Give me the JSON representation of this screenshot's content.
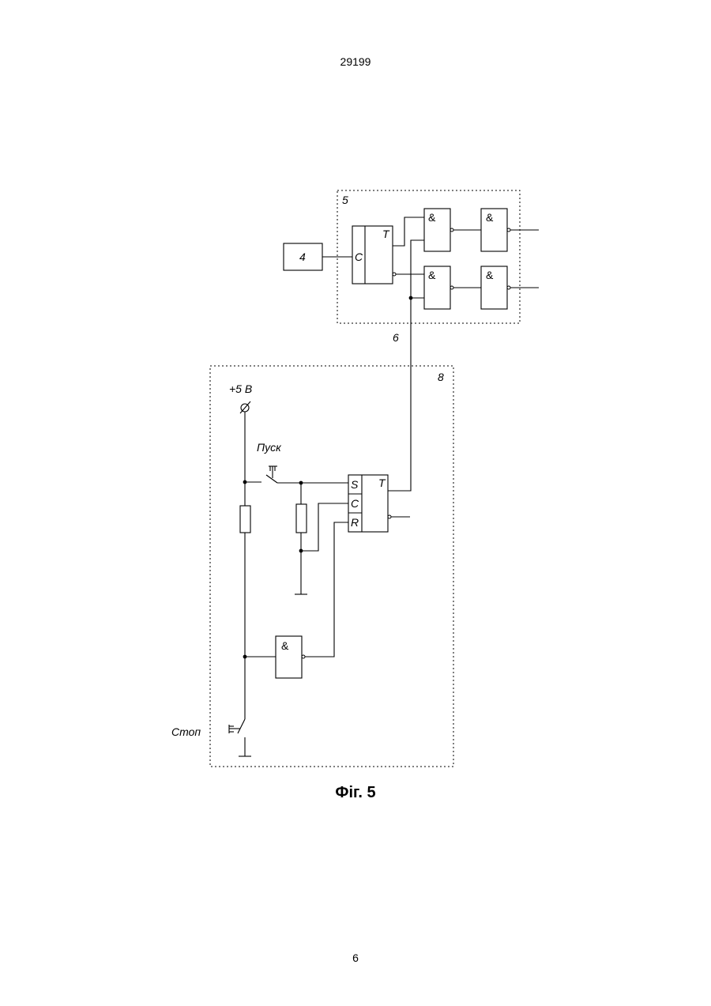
{
  "document": {
    "header_number": "29199",
    "figure_caption": "Фіг. 5",
    "page_number": "6"
  },
  "diagram": {
    "block5": {
      "label": "5"
    },
    "block4": {
      "label": "4"
    },
    "flipflop_top": {
      "input_c": "C",
      "title": "T"
    },
    "and_gate_symbol": "&",
    "link_label": "6",
    "block8": {
      "label": "8"
    },
    "power_label": "+5 В",
    "start_label": "Пуск",
    "stop_label": "Стоп",
    "flipflop_bottom": {
      "input_s": "S",
      "input_c": "C",
      "input_r": "R",
      "title": "T"
    }
  }
}
